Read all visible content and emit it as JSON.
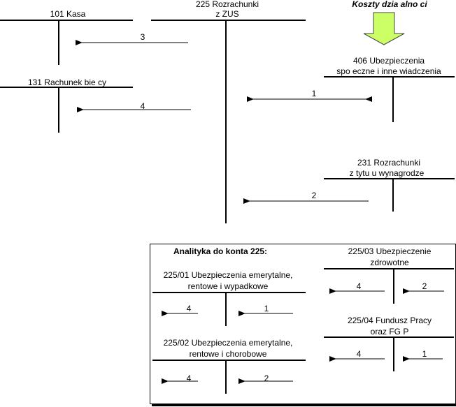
{
  "accounts": {
    "kasa": "101 Kasa",
    "rozr225_line1": "225 Rozrachunki",
    "rozr225_line2": "z ZUS",
    "koszty_header": "Koszty dzia alno  ci",
    "rachunek131": "131 Rachunek bie    cy",
    "ubezp406_line1": "406 Ubezpieczenia",
    "ubezp406_line2": "spo eczne i inne   wiadczenia",
    "rozr231_line1": "231 Rozrachunki",
    "rozr231_line2": "z tytu u wynagrodze"
  },
  "arrows": {
    "a3": "3",
    "a4": "4",
    "a1": "1",
    "a2": "2"
  },
  "analytics": {
    "title": "Analityka do konta 225:",
    "k01_line1": "225/01 Ubezpieczenia emerytalne,",
    "k01_line2": "rentowe i wypadkowe",
    "k01_left": "4",
    "k01_right": "1",
    "k02_line1": "225/02 Ubezpieczenia emerytalne,",
    "k02_line2": "rentowe i chorobowe",
    "k02_left": "4",
    "k02_right": "2",
    "k03_line1": "225/03 Ubezpieczenie",
    "k03_line2": "zdrowotne",
    "k03_left": "4",
    "k03_right": "2",
    "k04_line1": "225/04 Fundusz Pracy",
    "k04_line2": "oraz FG  P",
    "k04_left": "4",
    "k04_right": "1"
  },
  "colors": {
    "green_arrow": "#ccff66"
  }
}
